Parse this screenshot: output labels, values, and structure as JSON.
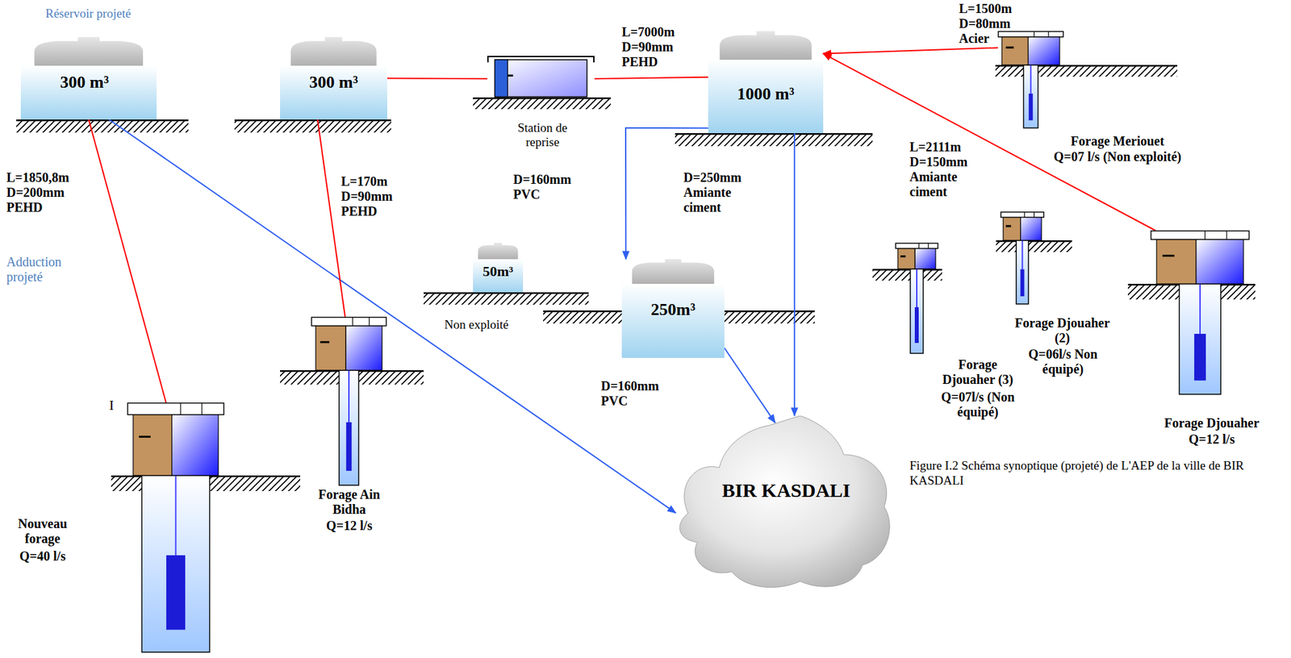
{
  "diagram": {
    "caption": "Figure I.2 Schéma synoptique (projeté) de L'AEP de la ville de BIR KASDALI",
    "nodes": [
      {
        "text": [
          "Réservoir projeté",
          "300 m³"
        ]
      },
      {
        "text": [
          "300 m³"
        ]
      },
      {
        "text": [
          "Station de reprise"
        ]
      },
      {
        "text": [
          "1000 m³"
        ]
      },
      {
        "text": [
          "Forage Meriouet",
          "Q=07 l/s (Non exploité)"
        ]
      },
      {
        "text": [
          "50m³"
        ]
      },
      {
        "text": [
          "250m³"
        ]
      },
      {
        "text": [
          "Forage Djouaher (3)",
          "Q=07l/s (Non équipé)"
        ]
      },
      {
        "text": [
          "Forage Djouaher (2)",
          "Q=06l/s Non équipé)"
        ]
      },
      {
        "text": [
          "Forage Djouaher",
          "Q=12 l/s"
        ]
      },
      {
        "text": [
          "BIR KASDALI"
        ]
      },
      {
        "text": [
          "Forage Ain Bidha",
          "Q=12 l/s"
        ]
      },
      {
        "text": [
          "Nouveau forage",
          "Q=40 l/s"
        ]
      }
    ],
    "edges": [
      {
        "from": 12,
        "to": 0,
        "arrow": "none"
      },
      {
        "from": 0,
        "to": 10,
        "arrow": "to"
      },
      {
        "from": 11,
        "to": 1,
        "arrow": "none"
      },
      {
        "from": 1,
        "to": 2,
        "arrow": "none"
      },
      {
        "from": 2,
        "to": 3,
        "arrow": "none"
      },
      {
        "from": 4,
        "to": 3,
        "arrow": "to"
      },
      {
        "from": 9,
        "to": 3,
        "arrow": "to"
      },
      {
        "from": 3,
        "to": 6,
        "arrow": "to"
      },
      {
        "from": 6,
        "to": 10,
        "arrow": "to"
      },
      {
        "from": 3,
        "to": 10,
        "arrow": "to"
      }
    ],
    "labels": [
      "L=1850,8m D=200mm PEHD",
      "Adduction projeté",
      "L=170m D=90mm PEHD",
      "D=160mm PVC",
      "L=7000m D=90mm PEHD",
      "D=250mm Amiante ciment",
      "L=1500m D=80mm Acier",
      "L=2111m D=150mm Amiante ciment",
      "Non exploité",
      "D=160mm PVC",
      "I"
    ]
  }
}
